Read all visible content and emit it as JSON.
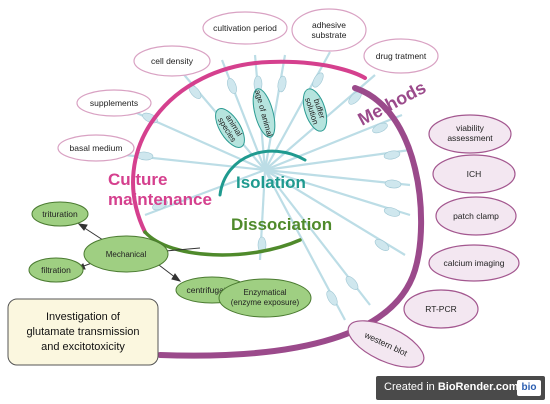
{
  "diagram": {
    "section_titles": {
      "culture_line1": "Culture",
      "culture_line2": "maintenance",
      "isolation": "Isolation",
      "dissociation": "Dissociation",
      "methods": "Methods"
    },
    "culture_factors": [
      "basal medium",
      "supplements",
      "cell density",
      "cultivation period",
      "adhesive substrate",
      "drug tratment"
    ],
    "isolation_factors": [
      "animal species",
      "age of animal",
      "buffer solution"
    ],
    "methods": [
      "viability assessment",
      "ICH",
      "patch clamp",
      "calcium imaging",
      "RT-PCR",
      "western blot"
    ],
    "dissociation": {
      "mechanical": "Mechanical",
      "mechanical_children": [
        "trituration",
        "filtration",
        "centrifugation"
      ],
      "enzymatical_line1": "Enzymatical",
      "enzymatical_line2": "(enzyme exposure)"
    },
    "investigation_box": [
      "Investigation of",
      "glutamate transmission",
      "and excitotoxicity"
    ],
    "colors": {
      "culture": "#d5408e",
      "isolation": "#1f9a8f",
      "dissociation": "#4f8a2b",
      "methods": "#9b4a8b"
    }
  },
  "footer": {
    "prefix": "Created in ",
    "brand": "BioRender.com",
    "logo": "bio"
  }
}
